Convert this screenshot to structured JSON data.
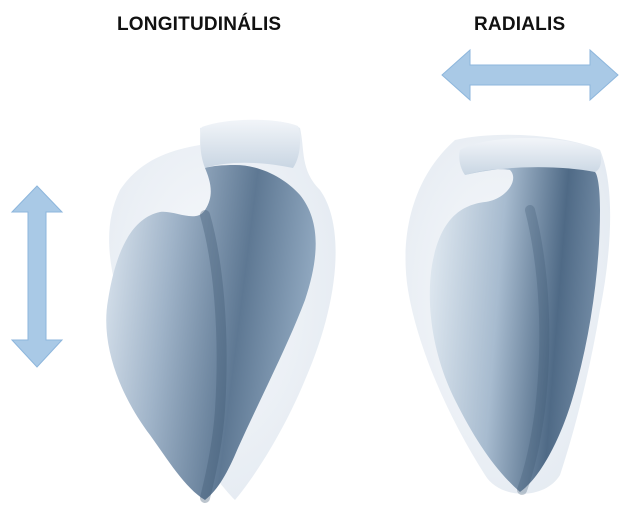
{
  "labels": {
    "longitudinal": "LONGITUDINÁLIS",
    "radial": "RADIALIS"
  },
  "colors": {
    "arrow_fill": "#a9c9e6",
    "arrow_stroke": "#8db6dc",
    "heart_light": "#dfe8f1",
    "heart_mid": "#9fb3c8",
    "heart_dark": "#4a6582",
    "ghost": "#eef2f6"
  },
  "icons": {
    "vertical_arrow": "double-arrow-vertical",
    "horizontal_arrow": "double-arrow-horizontal"
  }
}
